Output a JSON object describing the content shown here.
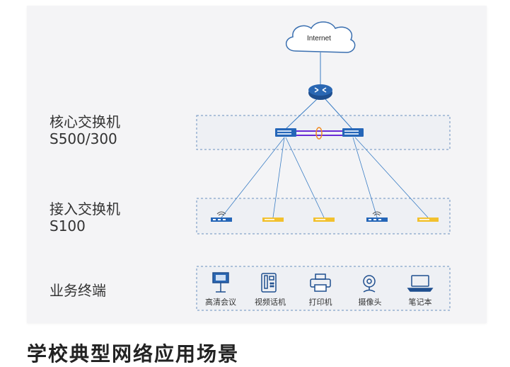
{
  "diagram": {
    "internet_label": "Internet",
    "tiers": {
      "core": {
        "name": "核心交换机",
        "model": "S500/300"
      },
      "access": {
        "name": "接入交换机",
        "model": "S100"
      },
      "terminal": {
        "name": "业务终端"
      }
    },
    "terminals": [
      {
        "label": "高清会议",
        "icon": "video-conference-icon"
      },
      {
        "label": "视频话机",
        "icon": "video-phone-icon"
      },
      {
        "label": "打印机",
        "icon": "printer-icon"
      },
      {
        "label": "摄像头",
        "icon": "camera-icon"
      },
      {
        "label": "笔记本",
        "icon": "laptop-icon"
      }
    ],
    "colors": {
      "link": "#3a7dc4",
      "stack_link": "#6a2bd6",
      "access_switch": "#f2c12e",
      "dashed_border": "#6a8fbf",
      "card_bg": "#f4f4f6"
    }
  },
  "bottom_heading": "学校典型网络应用场景"
}
